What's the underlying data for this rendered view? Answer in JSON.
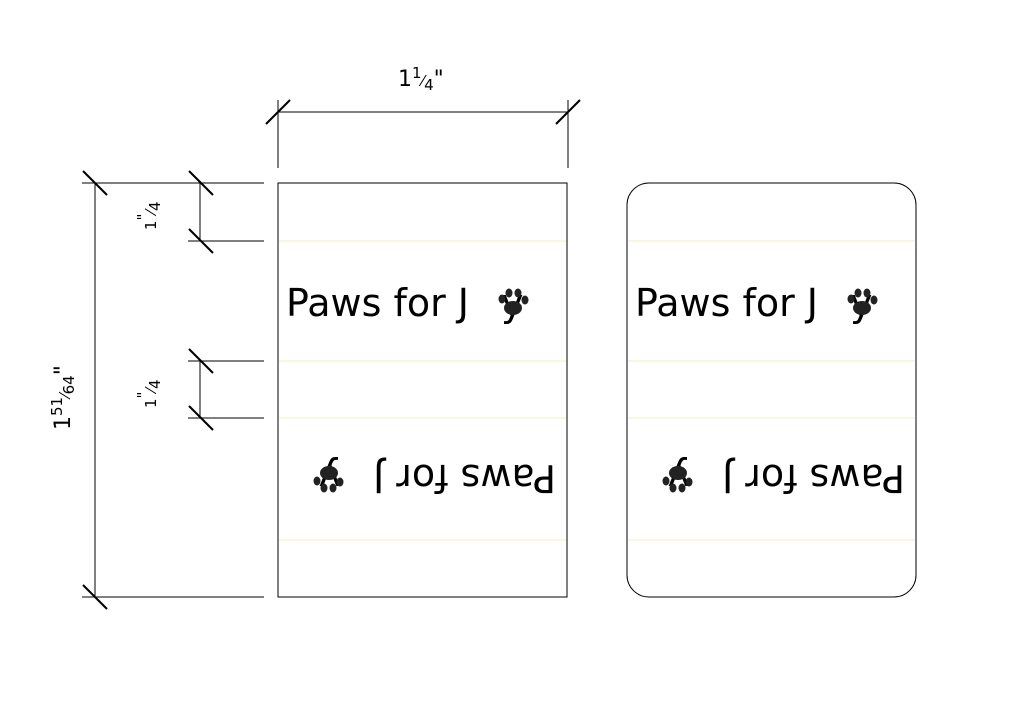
{
  "dimensions": {
    "width": {
      "whole": "1",
      "num": "1",
      "den": "4",
      "unit": "\""
    },
    "height": {
      "whole": "1",
      "num": "51",
      "den": "64",
      "unit": "\""
    },
    "top_margin": {
      "num": "1",
      "den": "4",
      "unit": "\""
    },
    "gap": {
      "num": "1",
      "den": "4",
      "unit": "\""
    }
  },
  "labels": [
    {
      "name": "square-corner-label",
      "text_before": "Paws for J",
      "text_after": "y"
    },
    {
      "name": "rounded-corner-label",
      "text_before": "Paws for J",
      "text_after": "y"
    }
  ],
  "colors": {
    "line": "#000000",
    "guide": "#f3eec6",
    "paw": "#222222"
  },
  "icons": {
    "paw": "paw-print-icon"
  }
}
